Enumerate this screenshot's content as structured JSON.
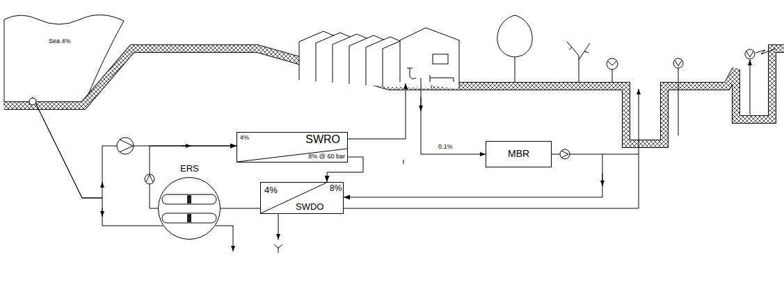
{
  "diagram": {
    "nodes": [
      {
        "text": [
          "Sea 4%"
        ]
      },
      {
        "text": [
          "4%",
          "SWRO",
          "8% @ 60 bar"
        ]
      },
      {
        "text": [
          "MBR"
        ]
      },
      {
        "text": [
          "ERS"
        ]
      },
      {
        "text": [
          "4%",
          "8%",
          "SWDO"
        ]
      }
    ],
    "edges": [
      {
        "from": 0,
        "to": 1,
        "arrow": "to"
      },
      {
        "from": 0,
        "to": 3,
        "arrow": "none"
      },
      {
        "from": 1,
        "to": 4,
        "arrow": "to"
      },
      {
        "from": 2,
        "to": 4,
        "arrow": "to"
      },
      {
        "from": 4,
        "to": 3,
        "arrow": "none"
      },
      {
        "from": 3,
        "to": 1,
        "arrow": "to"
      }
    ],
    "labels": [
      "0.1%"
    ]
  }
}
